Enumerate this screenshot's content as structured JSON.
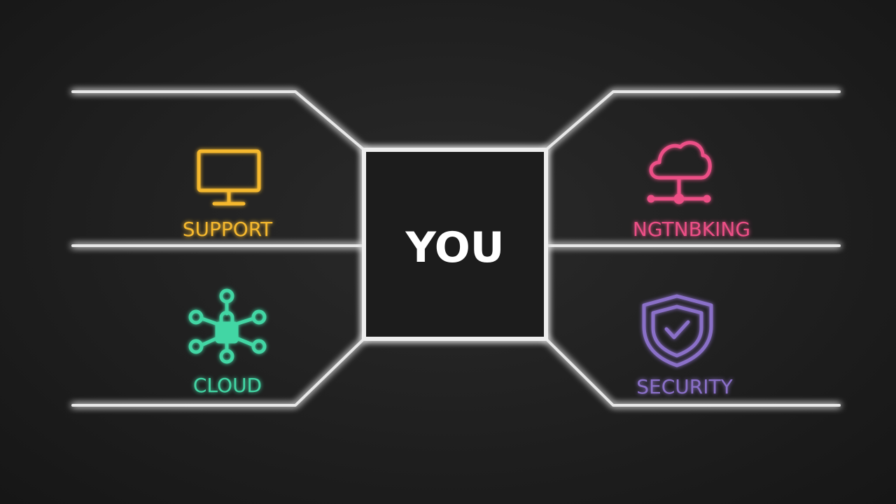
{
  "center": {
    "label": "YOU"
  },
  "quadrants": [
    {
      "id": "support",
      "label": "SUPPORT",
      "icon": "monitor-icon",
      "color": "#f5b82e"
    },
    {
      "id": "networking",
      "label": "NGTNBKING",
      "icon": "cloud-network-icon",
      "color": "#ec4f86"
    },
    {
      "id": "cloud",
      "label": "CLOUD",
      "icon": "network-nodes-icon",
      "color": "#42d6a4"
    },
    {
      "id": "security",
      "label": "SECURITY",
      "icon": "shield-check-icon",
      "color": "#8a6fc8"
    }
  ],
  "colors": {
    "background": "#1f1f1f",
    "lines": "#e8e8e8",
    "center_text": "#ffffff"
  }
}
